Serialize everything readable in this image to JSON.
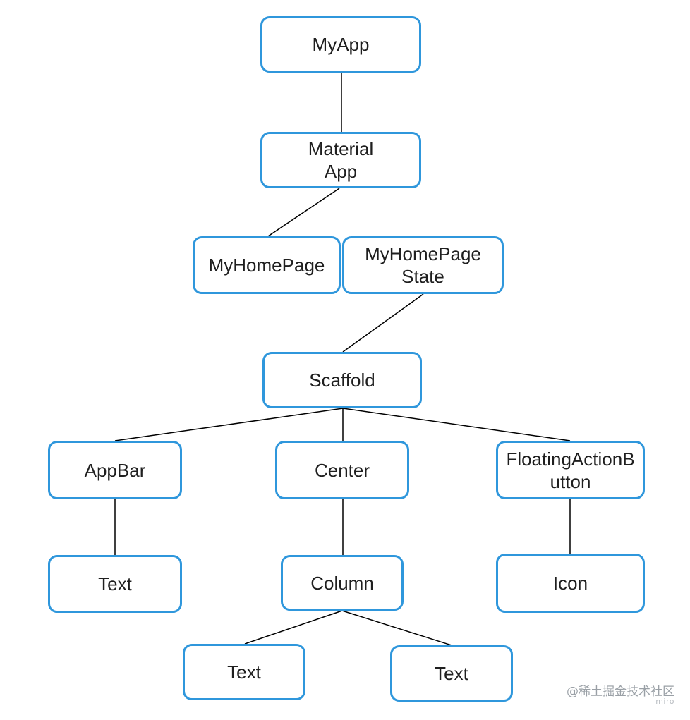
{
  "nodes": {
    "myapp": "MyApp",
    "material_app": "Material\nApp",
    "my_home_page": "MyHomePage",
    "my_home_page_state": "MyHomePage\nState",
    "scaffold": "Scaffold",
    "app_bar": "AppBar",
    "center": "Center",
    "floating_action_button": "FloatingActionB\nutton",
    "app_bar_text": "Text",
    "column": "Column",
    "icon": "Icon",
    "column_text_left": "Text",
    "column_text_right": "Text"
  },
  "watermark": "@稀土掘金技术社区",
  "brand": "miro",
  "colors": {
    "node_border": "#2f97dc",
    "edge": "#000000",
    "text": "#1f1f1f"
  }
}
